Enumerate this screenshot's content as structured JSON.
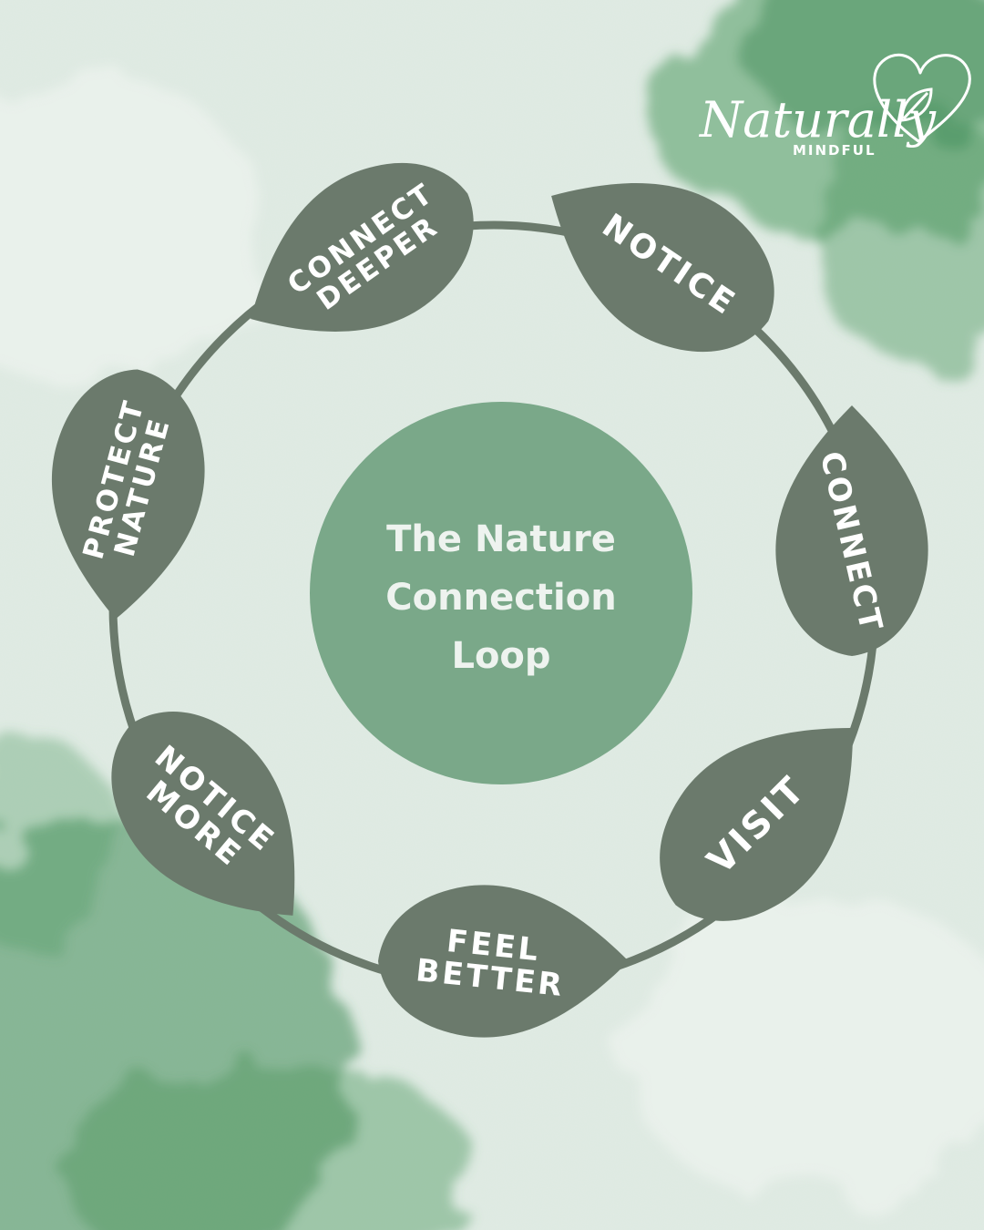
{
  "brand": {
    "name": "Naturally",
    "tagline": "MINDFUL"
  },
  "center": {
    "lines": [
      "The Nature",
      "Connection",
      "Loop"
    ]
  },
  "steps": [
    {
      "lines": [
        "NOTICE"
      ]
    },
    {
      "lines": [
        "CONNECT"
      ]
    },
    {
      "lines": [
        "VISIT"
      ]
    },
    {
      "lines": [
        "FEEL",
        "BETTER"
      ]
    },
    {
      "lines": [
        "NOTICE",
        "MORE"
      ]
    },
    {
      "lines": [
        "PROTECT",
        "NATURE"
      ]
    },
    {
      "lines": [
        "CONNECT",
        "DEEPER"
      ]
    }
  ],
  "colors": {
    "background": "#dce9e0",
    "watercolor": "#4f9a62",
    "leaf": "#6b7a6c",
    "ring": "#6b7a6c",
    "center_circle": "#7aa889",
    "text": "#ffffff"
  }
}
